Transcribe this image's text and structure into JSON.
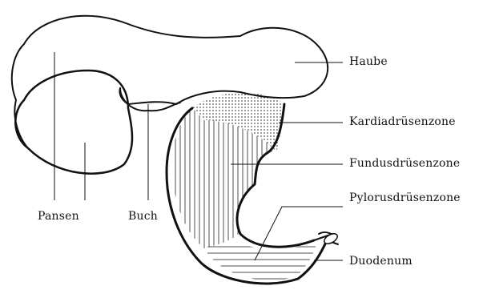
{
  "labels": {
    "haube": "Haube",
    "kardia": "Kardiadrüsenzone",
    "fundus": "Fundusdrüsenzone",
    "pylorus": "Pylorusdrüsenzone",
    "duodenum": "Duodenum",
    "pansen": "Pansen",
    "buch": "Buch"
  }
}
